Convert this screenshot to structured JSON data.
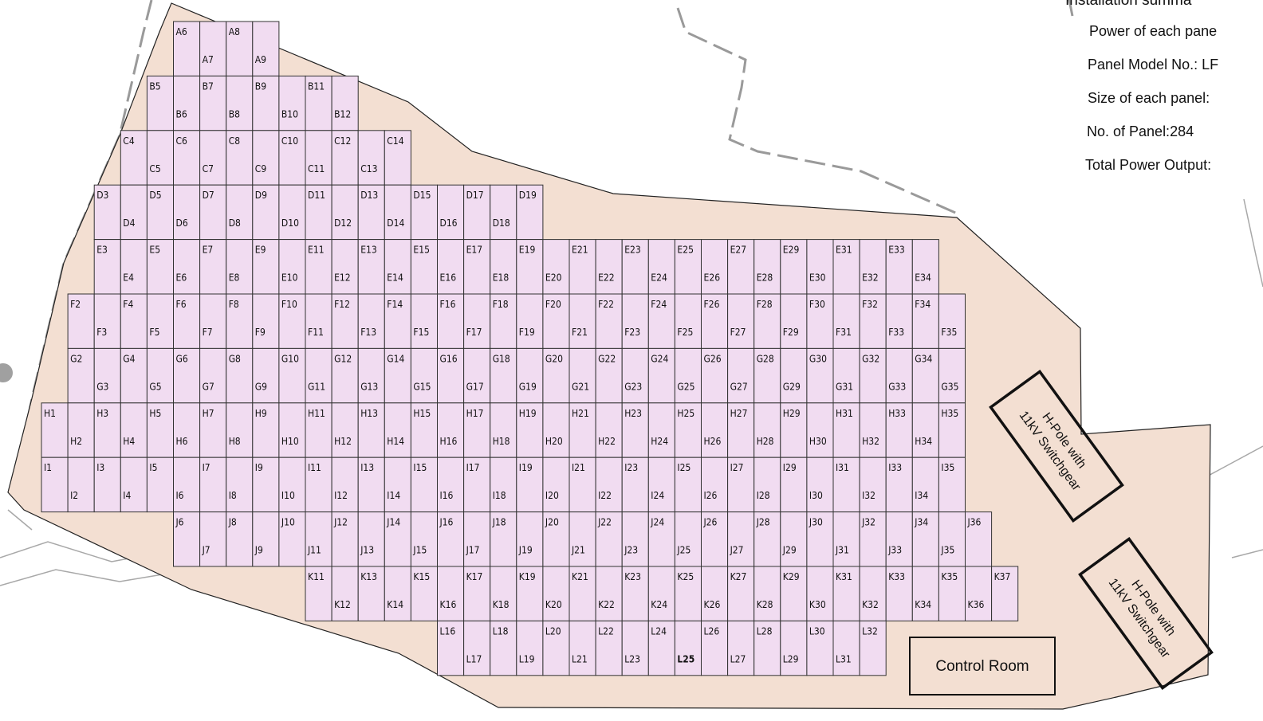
{
  "summary": {
    "title": "Installation summa",
    "items": [
      "Power of each pane",
      "Panel Model No.: LF",
      "Size of each panel:",
      "No. of Panel:284",
      "Total Power Output:"
    ]
  },
  "buildings": {
    "switchgear_1": [
      "H-Pole with",
      "11kV Switchgear"
    ],
    "switchgear_2": [
      "H-Pole with",
      "11kV Switchgear"
    ],
    "control_room": "Control Room"
  },
  "colors": {
    "site": "#f3dfd2",
    "panel": "#f1dcf1",
    "panel_border": "#333333",
    "road": "#9a9a9a"
  },
  "panel_rows": [
    {
      "row": "A",
      "start": 6,
      "end": 9,
      "first_col": 6
    },
    {
      "row": "B",
      "start": 5,
      "end": 12,
      "first_col": 5
    },
    {
      "row": "C",
      "start": 4,
      "end": 14,
      "first_col": 4
    },
    {
      "row": "D",
      "start": 3,
      "end": 19,
      "first_col": 3
    },
    {
      "row": "E",
      "start": 3,
      "end": 34,
      "first_col": 3
    },
    {
      "row": "F",
      "start": 2,
      "end": 35,
      "first_col": 2
    },
    {
      "row": "G",
      "start": 2,
      "end": 35,
      "first_col": 2
    },
    {
      "row": "H",
      "start": 1,
      "end": 35,
      "first_col": 1
    },
    {
      "row": "I",
      "start": 1,
      "end": 35,
      "first_col": 1
    },
    {
      "row": "J",
      "start": 6,
      "end": 36,
      "first_col": 6
    },
    {
      "row": "K",
      "start": 11,
      "end": 37,
      "first_col": 11
    },
    {
      "row": "L",
      "start": 16,
      "end": 32,
      "first_col": 16
    }
  ],
  "bold_panels": [
    "L25"
  ]
}
